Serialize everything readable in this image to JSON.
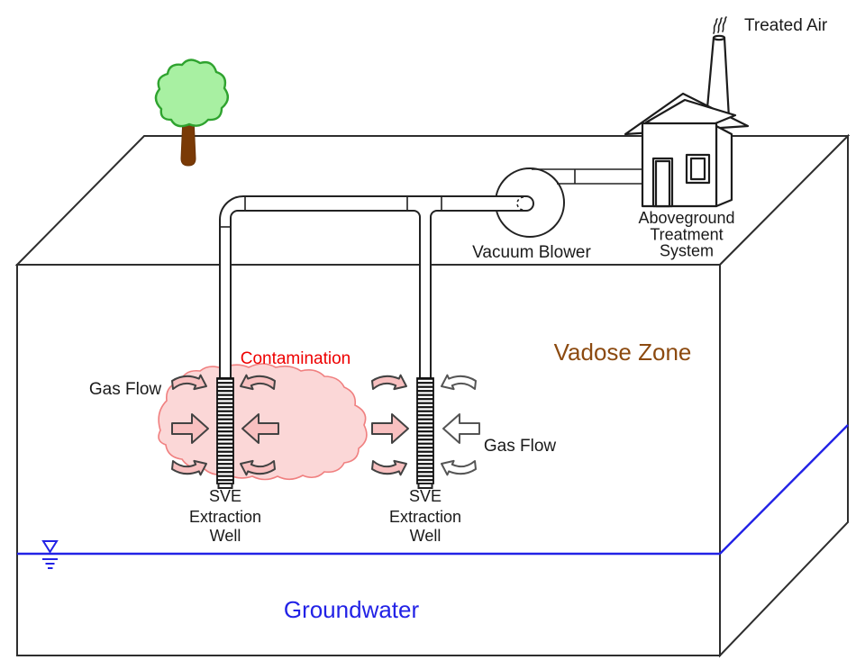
{
  "scene": {
    "description": "Soil Vapor Extraction (SVE) remediation system schematic"
  },
  "labels": {
    "treated_air": "Treated Air",
    "vacuum_blower": "Vacuum Blower",
    "treatment_system": [
      "Aboveground",
      "Treatment",
      "System"
    ],
    "vadose_zone": "Vadose Zone",
    "contamination": "Contamination",
    "gas_flow": "Gas Flow",
    "sve_well": [
      "SVE",
      "Extraction",
      "Well"
    ],
    "groundwater": "Groundwater"
  },
  "colors": {
    "outline": "#2e2e2e",
    "groundwater_blue": "#2222e6",
    "vadose_zone_brown": "#8c4a10",
    "contamination_red": "#ee0000",
    "contamination_fill": "#fbd7d7",
    "contamination_stroke": "#f08080",
    "arrow_pink": "#f8c0c0",
    "arrow_white": "#ffffff",
    "tree_canopy_green": "#a8f0a2",
    "tree_trunk_brown": "#7a3a06"
  }
}
